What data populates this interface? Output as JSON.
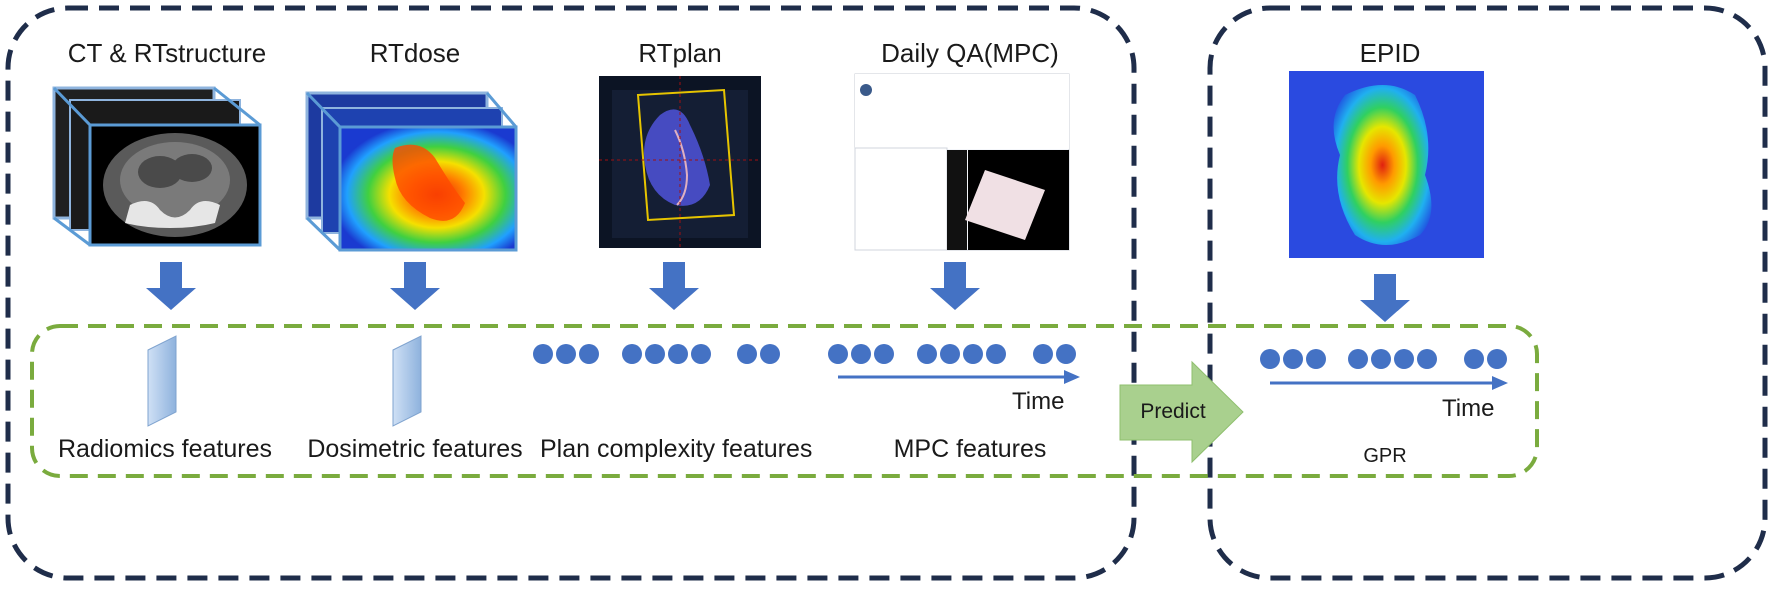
{
  "inputs": [
    {
      "title": "CT & RTstructure",
      "feature": "Radiomics features"
    },
    {
      "title": "RTdose",
      "feature": "Dosimetric features"
    },
    {
      "title": "RTplan",
      "feature": "Plan complexity features"
    },
    {
      "title": "Daily QA(MPC)",
      "feature": "MPC features"
    }
  ],
  "target": {
    "title": "EPID",
    "label": "GPR"
  },
  "time_label": "Time",
  "predict_label": "Predict",
  "colors": {
    "frame_dashed": "#1f2d4a",
    "feature_dashed": "#7aab3e",
    "arrow": "#4472c4",
    "dot": "#4472c4",
    "predict_arrow": "#a9d08e"
  }
}
